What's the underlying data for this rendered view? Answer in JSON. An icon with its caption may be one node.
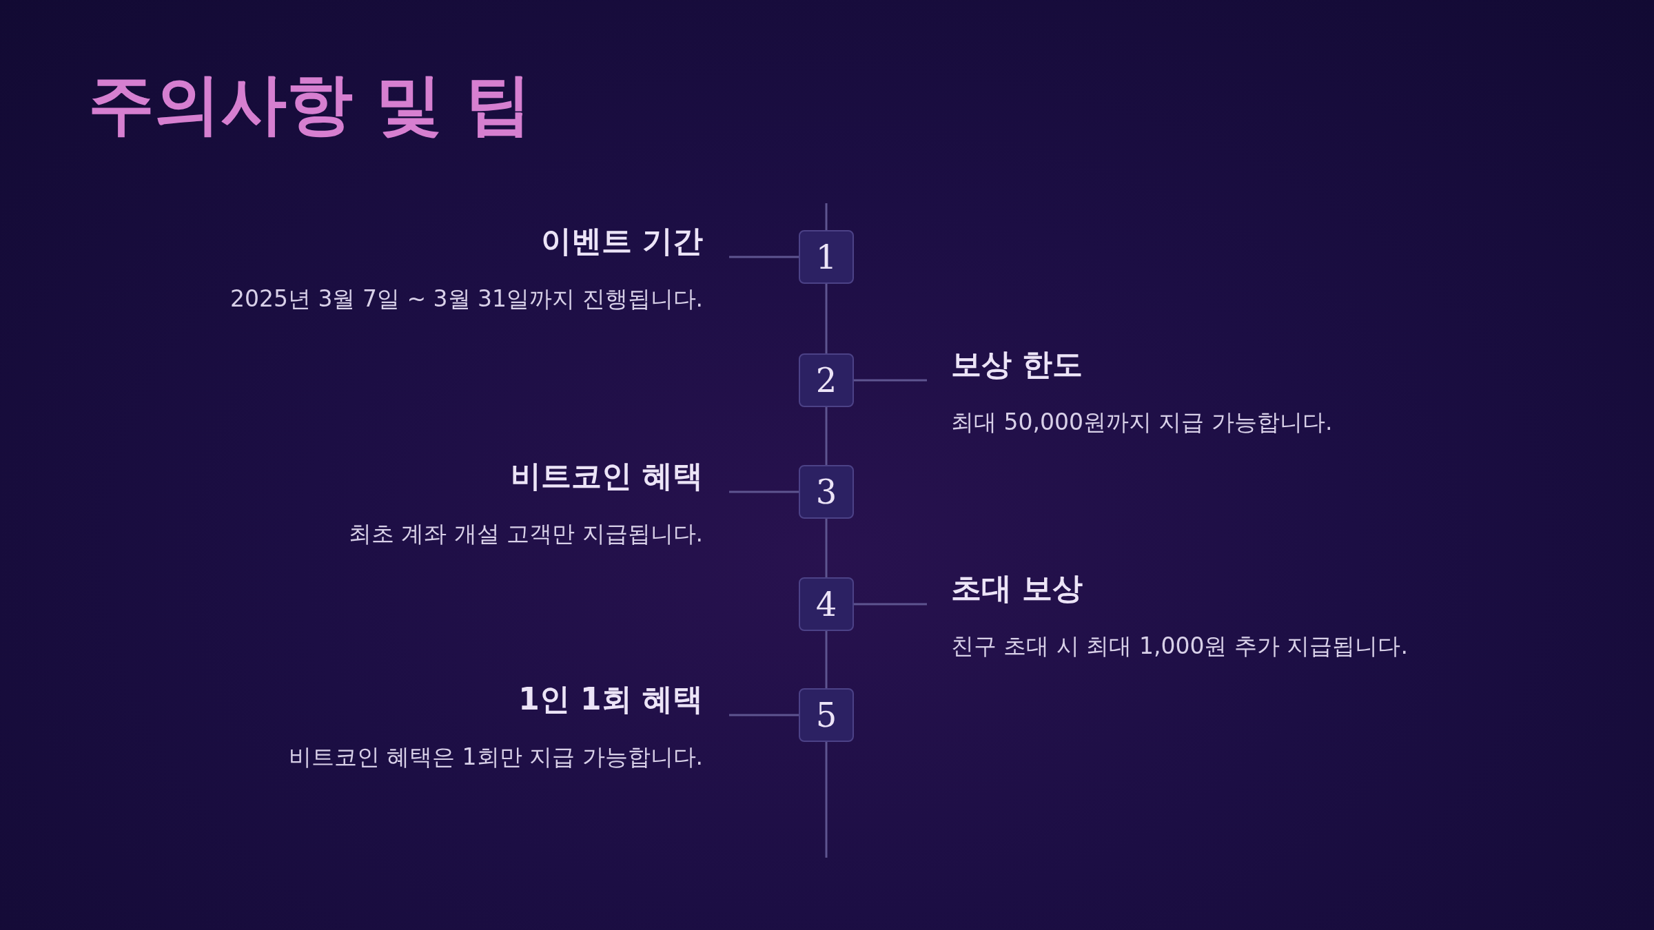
{
  "diagram": {
    "title": "주의사항 및 팁",
    "nodes": [
      {
        "text": [
          "이벤트 기간",
          "2025년 3월 7일 ~ 3월 31일까지 진행됩니다."
        ]
      },
      {
        "text": [
          "1"
        ]
      },
      {
        "text": [
          "2"
        ]
      },
      {
        "text": [
          "보상 한도",
          "최대 50,000원까지 지급 가능합니다."
        ]
      },
      {
        "text": [
          "비트코인 혜택",
          "최초 계좌 개설 고객만 지급됩니다."
        ]
      },
      {
        "text": [
          "3"
        ]
      },
      {
        "text": [
          "4"
        ]
      },
      {
        "text": [
          "초대 보상",
          "친구 초대 시 최대 1,000원 추가 지급됩니다."
        ]
      },
      {
        "text": [
          "1인 1회 혜택",
          "비트코인 혜택은 1회만 지급 가능합니다."
        ]
      },
      {
        "text": [
          "5"
        ]
      }
    ],
    "edges": [
      {
        "from": null,
        "to": 1,
        "arrow": "none"
      },
      {
        "from": 1,
        "to": 2,
        "arrow": "none"
      },
      {
        "from": 2,
        "to": 5,
        "arrow": "none"
      },
      {
        "from": 5,
        "to": 6,
        "arrow": "none"
      },
      {
        "from": 6,
        "to": 9,
        "arrow": "none"
      },
      {
        "from": 9,
        "to": null,
        "arrow": "none"
      },
      {
        "from": 0,
        "to": 1,
        "arrow": "none"
      },
      {
        "from": 2,
        "to": 3,
        "arrow": "none"
      },
      {
        "from": 4,
        "to": 5,
        "arrow": "none"
      },
      {
        "from": 6,
        "to": 7,
        "arrow": "none"
      },
      {
        "from": 8,
        "to": 9,
        "arrow": "none"
      }
    ]
  }
}
